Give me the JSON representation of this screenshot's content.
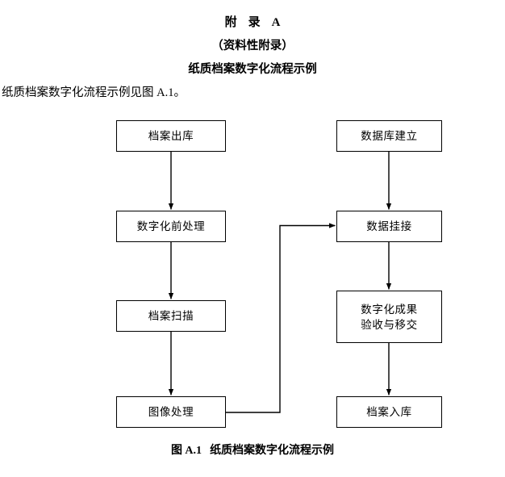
{
  "document": {
    "header": {
      "annex_label": "附",
      "annex_label_2": "录",
      "annex_letter": "A",
      "annex_kind": "（资料性附录）",
      "annex_subject": "纸质档案数字化流程示例"
    },
    "intro_text": "纸质档案数字化流程示例见图 A.1。",
    "caption": {
      "figure_number": "图 A.1",
      "figure_title": "纸质档案数字化流程示例"
    }
  },
  "flowchart": {
    "left_column": [
      {
        "id": "dangan-chuku",
        "label": "档案出库"
      },
      {
        "id": "shuzihua-qianchuli",
        "label": "数字化前处理"
      },
      {
        "id": "dangan-saomiao",
        "label": "档案扫描"
      },
      {
        "id": "tuxiang-chuli",
        "label": "图像处理"
      }
    ],
    "right_column": [
      {
        "id": "shujuku-jianli",
        "label": "数据库建立"
      },
      {
        "id": "shuju-guajie",
        "label": "数据挂接"
      },
      {
        "id": "yanshou-yijiao",
        "label": "数字化成果\n验收与移交"
      },
      {
        "id": "dangan-ruku",
        "label": "档案入库"
      }
    ],
    "connections": [
      {
        "from": "dangan-chuku",
        "to": "shuzihua-qianchuli",
        "style": "vertical-arrow"
      },
      {
        "from": "shuzihua-qianchuli",
        "to": "dangan-saomiao",
        "style": "vertical-arrow"
      },
      {
        "from": "dangan-saomiao",
        "to": "tuxiang-chuli",
        "style": "vertical-arrow"
      },
      {
        "from": "tuxiang-chuli",
        "to": "shuju-guajie",
        "style": "elbow-arrow"
      },
      {
        "from": "shujuku-jianli",
        "to": "shuju-guajie",
        "style": "vertical-arrow"
      },
      {
        "from": "shuju-guajie",
        "to": "yanshou-yijiao",
        "style": "vertical-arrow"
      },
      {
        "from": "yanshou-yijiao",
        "to": "dangan-ruku",
        "style": "vertical-arrow"
      }
    ],
    "colors": {
      "line": "#000000",
      "box_border": "#000000",
      "box_fill": "#ffffff",
      "text": "#000000"
    }
  }
}
